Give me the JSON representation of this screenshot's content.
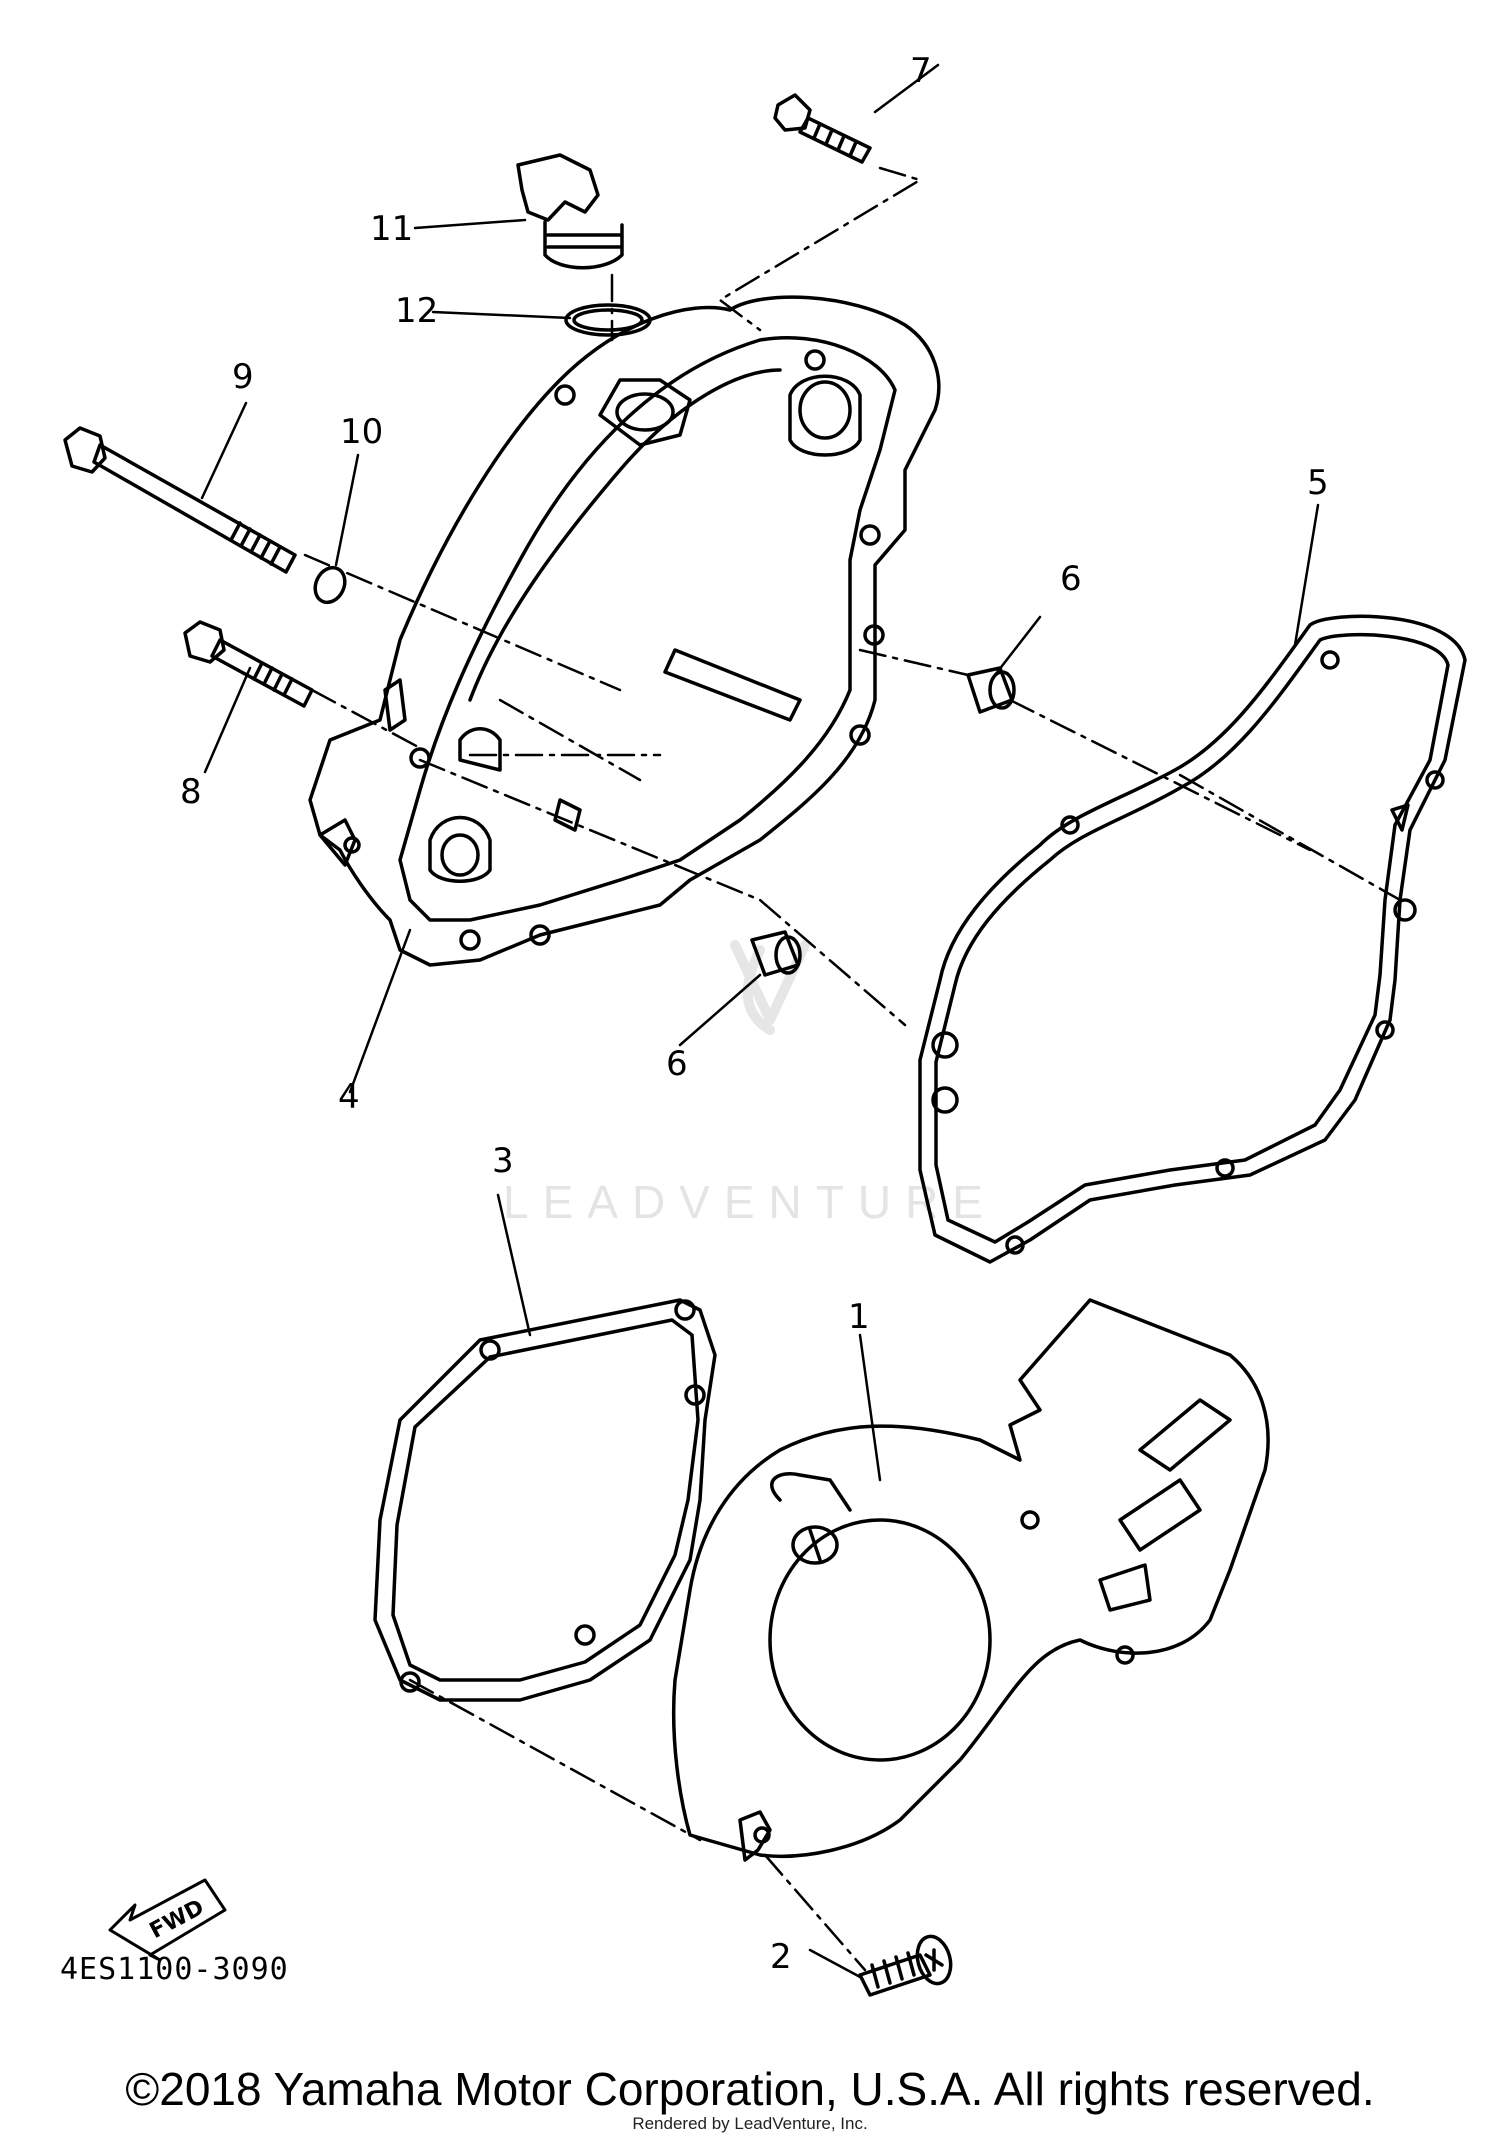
{
  "callouts": {
    "c1": "1",
    "c2": "2",
    "c3": "3",
    "c4": "4",
    "c5": "5",
    "c6a": "6",
    "c6b": "6",
    "c7": "7",
    "c8": "8",
    "c9": "9",
    "c10": "10",
    "c11": "11",
    "c12": "12"
  },
  "fwd_label": "FWD",
  "diagram_code": "4ES1100-3090",
  "watermark": "LEADVENTURE",
  "copyright": "©2018 Yamaha Motor Corporation, U.S.A. All rights reserved.",
  "rendered_by": "Rendered by LeadVenture, Inc.",
  "colors": {
    "line": "#000000",
    "watermark": "#e4e4e4"
  }
}
